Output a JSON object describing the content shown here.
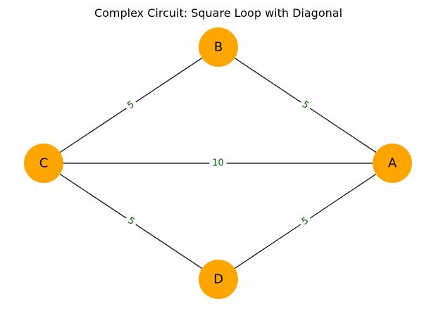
{
  "diagram": {
    "title": "Complex Circuit: Square Loop with Diagonal",
    "node_color": "#FFA500",
    "edge_color": "#000000",
    "edge_label_color": "#006400",
    "nodes": [
      {
        "id": "A",
        "label": "A"
      },
      {
        "id": "B",
        "label": "B"
      },
      {
        "id": "C",
        "label": "C"
      },
      {
        "id": "D",
        "label": "D"
      }
    ],
    "edges": [
      {
        "from": "A",
        "to": "B",
        "label": "5"
      },
      {
        "from": "B",
        "to": "C",
        "label": "5"
      },
      {
        "from": "C",
        "to": "D",
        "label": "5"
      },
      {
        "from": "D",
        "to": "A",
        "label": "5"
      },
      {
        "from": "C",
        "to": "A",
        "label": "10"
      }
    ]
  }
}
